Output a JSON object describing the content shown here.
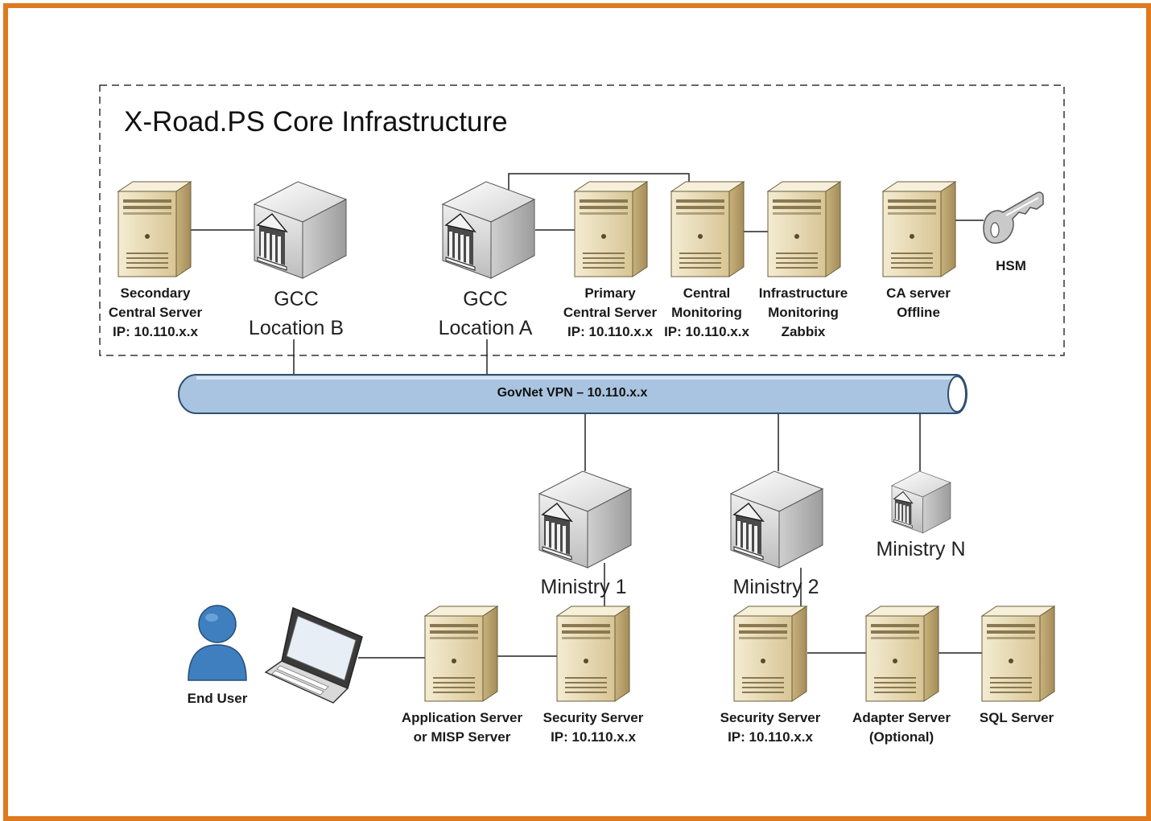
{
  "title": "X-Road.PS Core Infrastructure",
  "network": {
    "label": "GovNet VPN – 10.110.x.x"
  },
  "nodes": {
    "secondary_central": {
      "lines": [
        "Secondary",
        "Central Server",
        "IP: 10.110.x.x"
      ],
      "icon": "server-icon"
    },
    "gcc_b": {
      "lines": [
        "GCC",
        "Location B"
      ],
      "icon": "gateway-building-icon"
    },
    "gcc_a": {
      "lines": [
        "GCC",
        "Location A"
      ],
      "icon": "gateway-building-icon"
    },
    "primary_central": {
      "lines": [
        "Primary",
        "Central Server",
        "IP: 10.110.x.x"
      ],
      "icon": "server-icon"
    },
    "central_monitoring": {
      "lines": [
        "Central",
        "Monitoring",
        "IP: 10.110.x.x"
      ],
      "icon": "server-icon"
    },
    "infra_monitoring": {
      "lines": [
        "Infrastructure",
        "Monitoring",
        "Zabbix"
      ],
      "icon": "server-icon"
    },
    "ca_server": {
      "lines": [
        "CA server",
        "Offline"
      ],
      "icon": "server-icon"
    },
    "hsm": {
      "lines": [
        "HSM"
      ],
      "icon": "key-icon"
    },
    "ministry_1": {
      "lines": [
        "Ministry 1"
      ],
      "icon": "gateway-building-icon"
    },
    "ministry_2": {
      "lines": [
        "Ministry 2"
      ],
      "icon": "gateway-building-icon"
    },
    "ministry_n": {
      "lines": [
        "Ministry N"
      ],
      "icon": "gateway-building-icon"
    },
    "end_user": {
      "lines": [
        "End User"
      ],
      "icon": "user-icon"
    },
    "laptop": {
      "icon": "laptop-icon"
    },
    "app_server": {
      "lines": [
        "Application Server",
        "or MISP Server"
      ],
      "icon": "server-icon"
    },
    "security_server_1": {
      "lines": [
        "Security Server",
        "IP: 10.110.x.x"
      ],
      "icon": "server-icon"
    },
    "security_server_2": {
      "lines": [
        "Security Server",
        "IP: 10.110.x.x"
      ],
      "icon": "server-icon"
    },
    "adapter_server": {
      "lines": [
        "Adapter Server",
        "(Optional)"
      ],
      "icon": "server-icon"
    },
    "sql_server": {
      "lines": [
        "SQL Server"
      ],
      "icon": "server-icon"
    }
  },
  "colors": {
    "frame_border": "#e07a1f",
    "pipe_fill": "#a9c4e0",
    "pipe_stroke": "#3a5a7a",
    "server_body": "#e9dcb8",
    "server_dark": "#b59f6c",
    "gateway_body": "#d9d9d9",
    "user_fill": "#3f7fc0"
  }
}
